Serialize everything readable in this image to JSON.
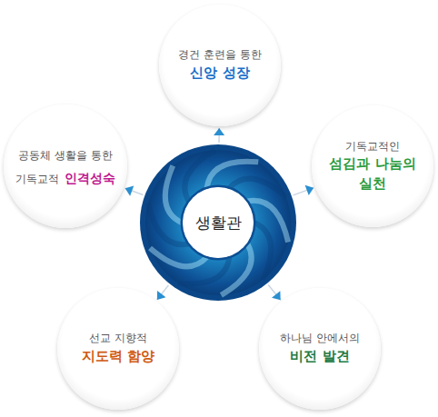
{
  "diagram": {
    "nodes": [
      {
        "text": [
          "생활관"
        ]
      },
      {
        "text": [
          "경건 훈련을 통한",
          "신앙 성장"
        ]
      },
      {
        "text": [
          "기독교적인",
          "섬김과 나눔의 실천"
        ]
      },
      {
        "text": [
          "하나님 안에서의",
          "비전 발견"
        ]
      },
      {
        "text": [
          "선교 지향적",
          "지도력 함양"
        ]
      },
      {
        "text": [
          "공동체 생활을 통한 기독교적",
          "인격성숙"
        ]
      }
    ],
    "edges": [
      {
        "from": 0,
        "to": 1,
        "arrow": "to"
      },
      {
        "from": 0,
        "to": 2,
        "arrow": "to"
      },
      {
        "from": 0,
        "to": 3,
        "arrow": "to"
      },
      {
        "from": 0,
        "to": 4,
        "arrow": "to"
      },
      {
        "from": 0,
        "to": 5,
        "arrow": "to"
      }
    ]
  }
}
